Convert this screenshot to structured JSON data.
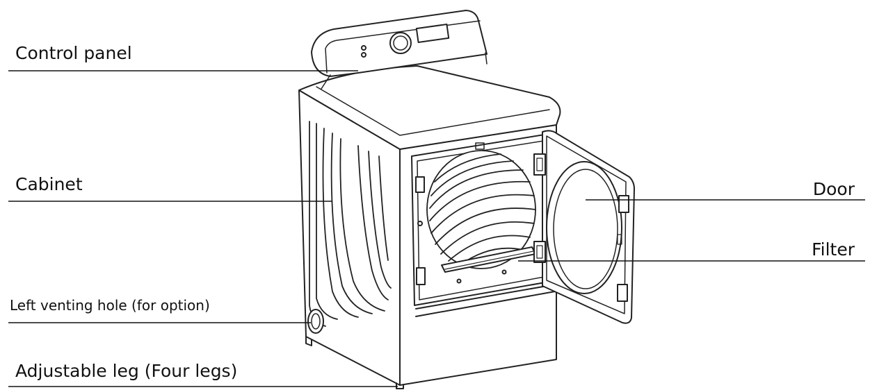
{
  "labels": {
    "control_panel": "Control panel",
    "cabinet": "Cabinet",
    "left_venting_hole": "Left venting hole (for option)",
    "adjustable_leg": "Adjustable leg (Four legs)",
    "door": "Door",
    "filter": "Filter"
  },
  "colors": {
    "line": "#111111",
    "background": "#ffffff"
  }
}
